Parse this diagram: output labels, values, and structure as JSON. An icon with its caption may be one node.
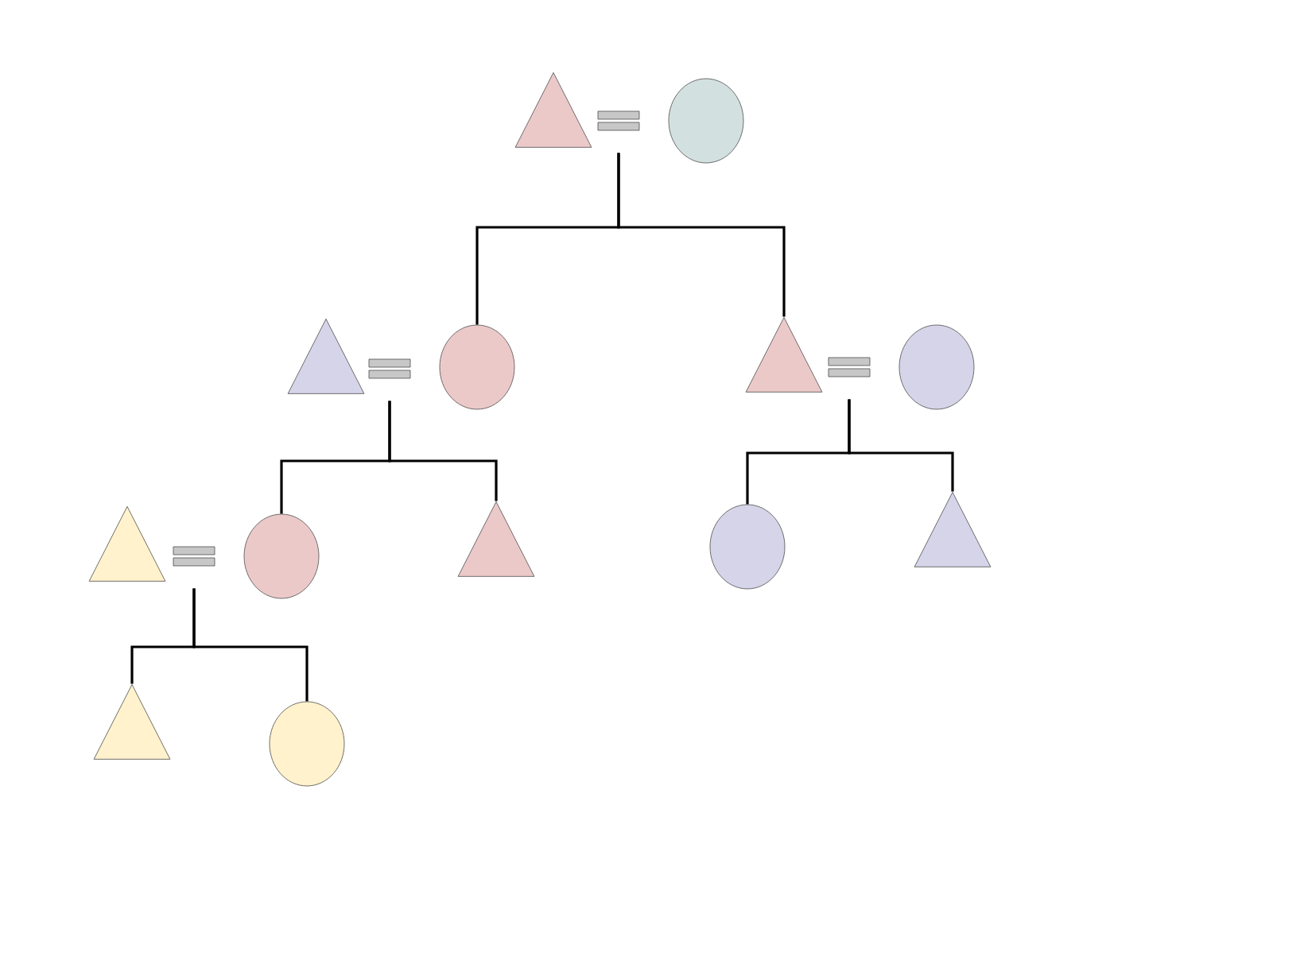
{
  "diagram": {
    "nodes": [
      {
        "text": [],
        "shape": "triangle"
      },
      {
        "text": [],
        "shape": "bar"
      },
      {
        "text": [],
        "shape": "circle"
      },
      {
        "text": [],
        "shape": "triangle"
      },
      {
        "text": [],
        "shape": "bar"
      },
      {
        "text": [],
        "shape": "circle"
      },
      {
        "text": [],
        "shape": "triangle"
      },
      {
        "text": [],
        "shape": "bar"
      },
      {
        "text": [],
        "shape": "circle"
      },
      {
        "text": [],
        "shape": "triangle"
      },
      {
        "text": [],
        "shape": "bar"
      },
      {
        "text": [],
        "shape": "circle"
      },
      {
        "text": [],
        "shape": "triangle"
      },
      {
        "text": [],
        "shape": "circle"
      },
      {
        "text": [],
        "shape": "triangle"
      },
      {
        "text": [],
        "shape": "triangle"
      },
      {
        "text": [],
        "shape": "circle"
      }
    ],
    "edges": [
      {
        "from": 1,
        "to": 5,
        "arrow": "none"
      },
      {
        "from": 1,
        "to": 6,
        "arrow": "none"
      },
      {
        "from": 4,
        "to": 11,
        "arrow": "none"
      },
      {
        "from": 4,
        "to": 12,
        "arrow": "none"
      },
      {
        "from": 7,
        "to": 13,
        "arrow": "none"
      },
      {
        "from": 7,
        "to": 14,
        "arrow": "none"
      },
      {
        "from": 10,
        "to": 15,
        "arrow": "none"
      },
      {
        "from": 10,
        "to": 16,
        "arrow": "none"
      }
    ]
  }
}
